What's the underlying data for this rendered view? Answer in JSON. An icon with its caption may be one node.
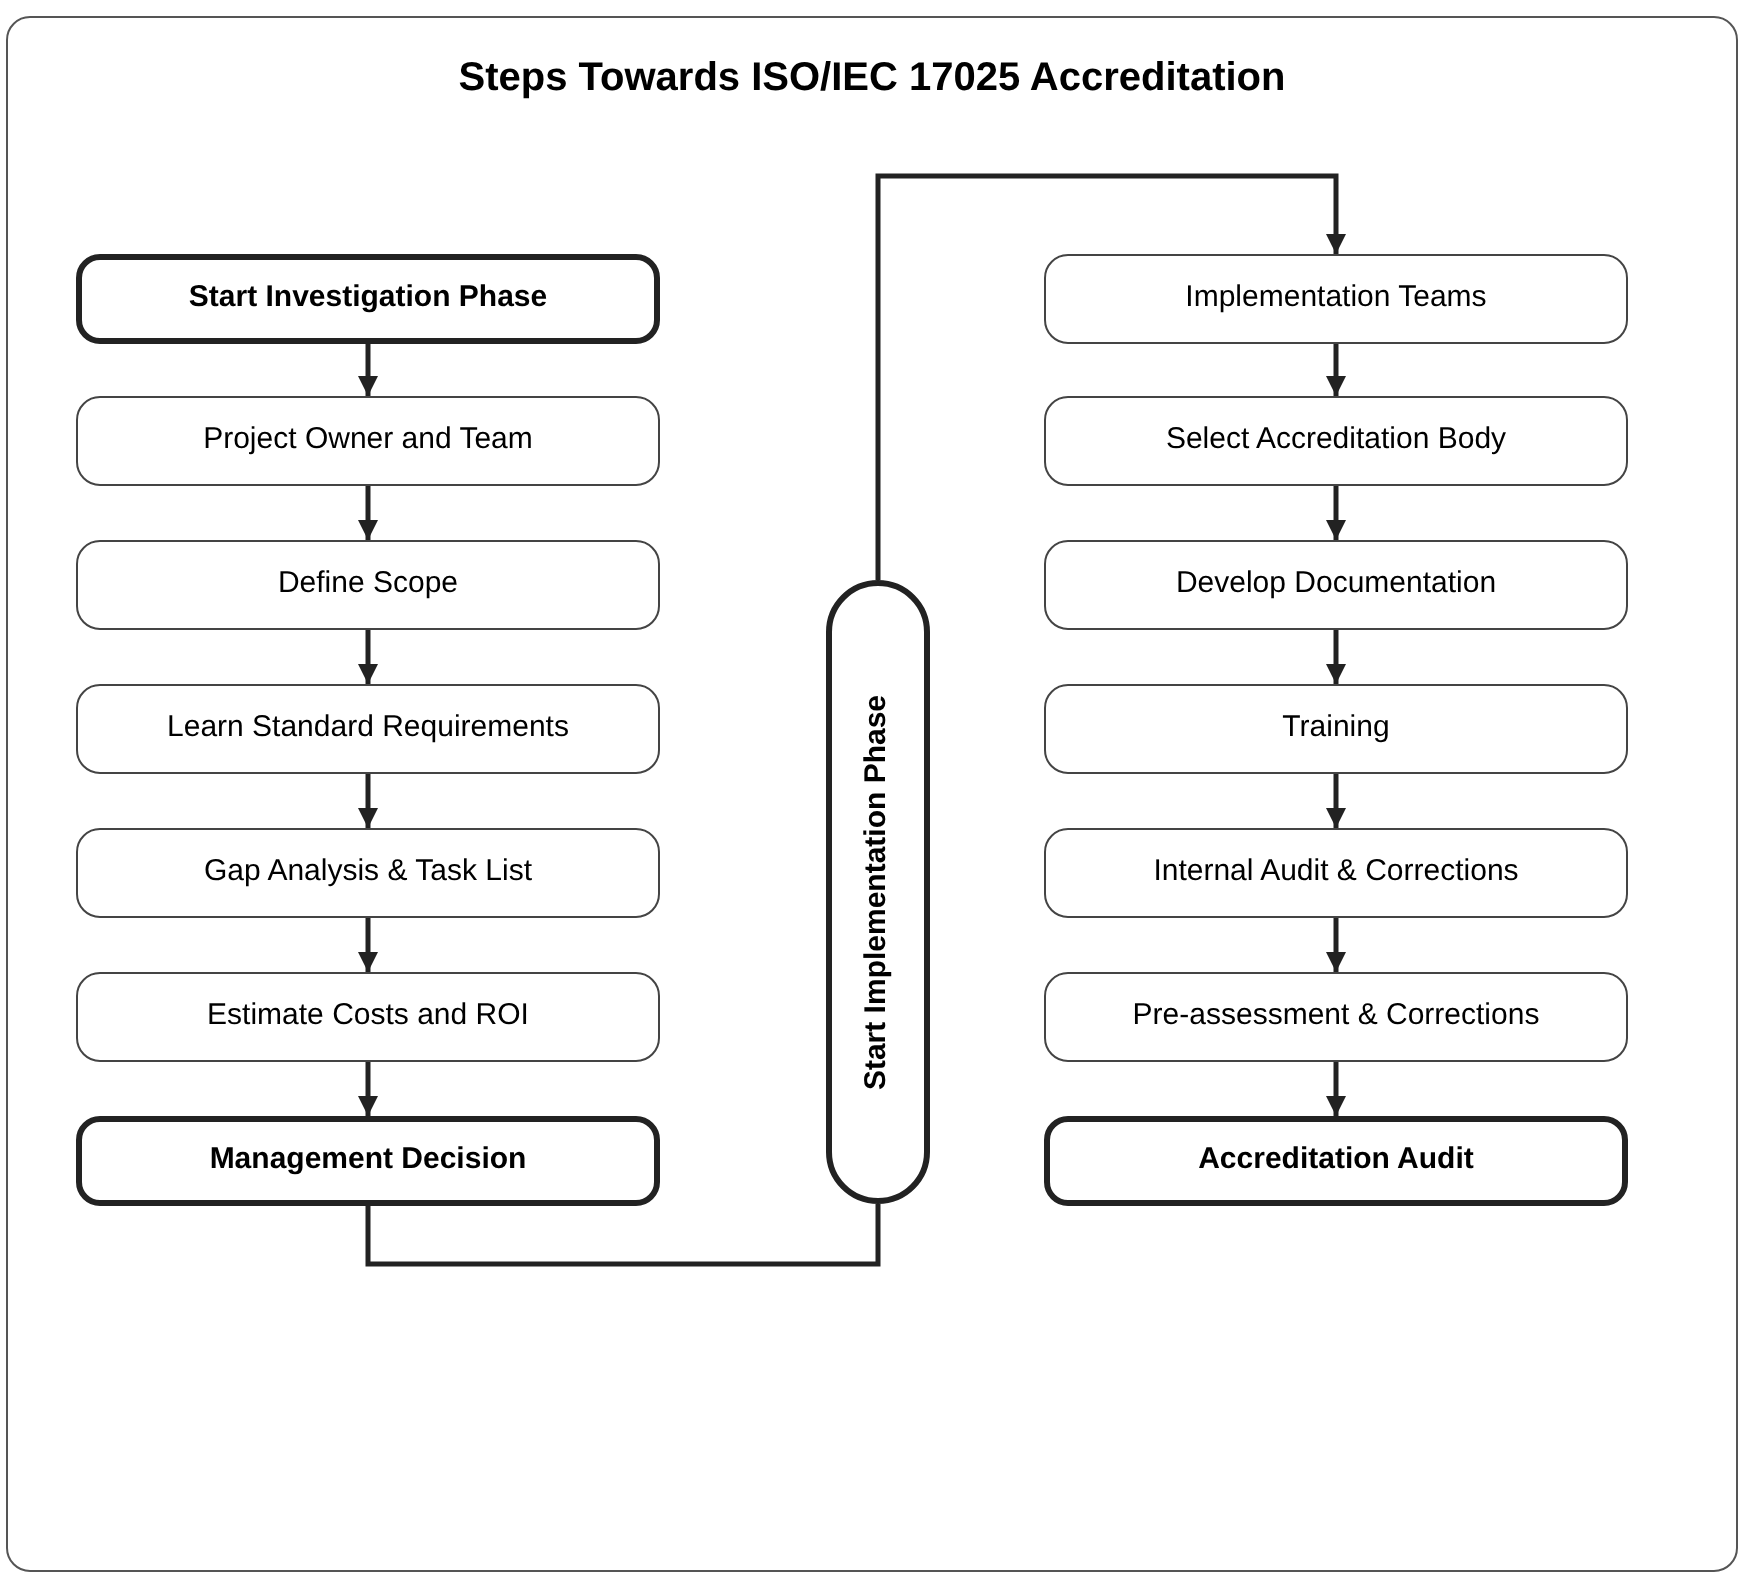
{
  "diagram": {
    "title": "Steps Towards ISO/IEC 17025 Accreditation",
    "nodes": [
      {
        "text": [
          "Start Investigation Phase"
        ]
      },
      {
        "text": [
          "Project Owner and Team"
        ]
      },
      {
        "text": [
          "Define Scope"
        ]
      },
      {
        "text": [
          "Learn Standard Requirements"
        ]
      },
      {
        "text": [
          "Gap Analysis & Task List"
        ]
      },
      {
        "text": [
          "Estimate Costs and ROI"
        ]
      },
      {
        "text": [
          "Management Decision"
        ]
      },
      {
        "text": [
          "Start Implementation Phase"
        ]
      },
      {
        "text": [
          "Implementation Teams"
        ]
      },
      {
        "text": [
          "Select Accreditation Body"
        ]
      },
      {
        "text": [
          "Develop Documentation"
        ]
      },
      {
        "text": [
          "Training"
        ]
      },
      {
        "text": [
          "Internal Audit & Corrections"
        ]
      },
      {
        "text": [
          "Pre-assessment & Corrections"
        ]
      },
      {
        "text": [
          "Accreditation Audit"
        ]
      }
    ],
    "edges": [
      {
        "from": 0,
        "to": 1,
        "arrow": "to"
      },
      {
        "from": 1,
        "to": 2,
        "arrow": "to"
      },
      {
        "from": 2,
        "to": 3,
        "arrow": "to"
      },
      {
        "from": 3,
        "to": 4,
        "arrow": "to"
      },
      {
        "from": 4,
        "to": 5,
        "arrow": "to"
      },
      {
        "from": 5,
        "to": 6,
        "arrow": "to"
      },
      {
        "from": 6,
        "to": 7,
        "arrow": "none"
      },
      {
        "from": 7,
        "to": 8,
        "arrow": "to"
      },
      {
        "from": 8,
        "to": 9,
        "arrow": "to"
      },
      {
        "from": 9,
        "to": 10,
        "arrow": "to"
      },
      {
        "from": 10,
        "to": 11,
        "arrow": "to"
      },
      {
        "from": 11,
        "to": 12,
        "arrow": "to"
      },
      {
        "from": 12,
        "to": 13,
        "arrow": "to"
      },
      {
        "from": 13,
        "to": 14,
        "arrow": "to"
      }
    ]
  }
}
